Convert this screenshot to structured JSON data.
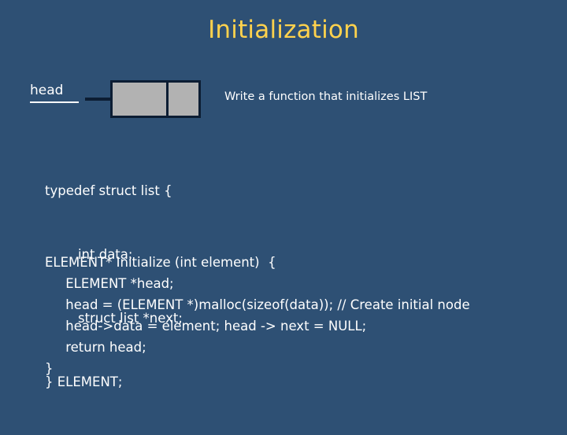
{
  "slide": {
    "title": "Initialization",
    "instruction": "Write a function that initializes LIST",
    "diagram": {
      "pointer_label": "head",
      "node_name": "list-node"
    },
    "typedef_code": [
      "typedef struct list {",
      "        int data;",
      "        struct list *next;",
      "} ELEMENT;"
    ],
    "function_code": [
      "ELEMENT* Initialize (int element)  {",
      "     ELEMENT *head;",
      "     head = (ELEMENT *)malloc(sizeof(data)); // Create initial node",
      "     head->data = element; head -> next = NULL;",
      "     return head;",
      "}"
    ],
    "colors": {
      "background": "#2e5074",
      "title": "#ffd24d",
      "text": "#ffffff",
      "node_fill": "#b2b2b2",
      "node_stroke": "#0c1d33"
    }
  }
}
